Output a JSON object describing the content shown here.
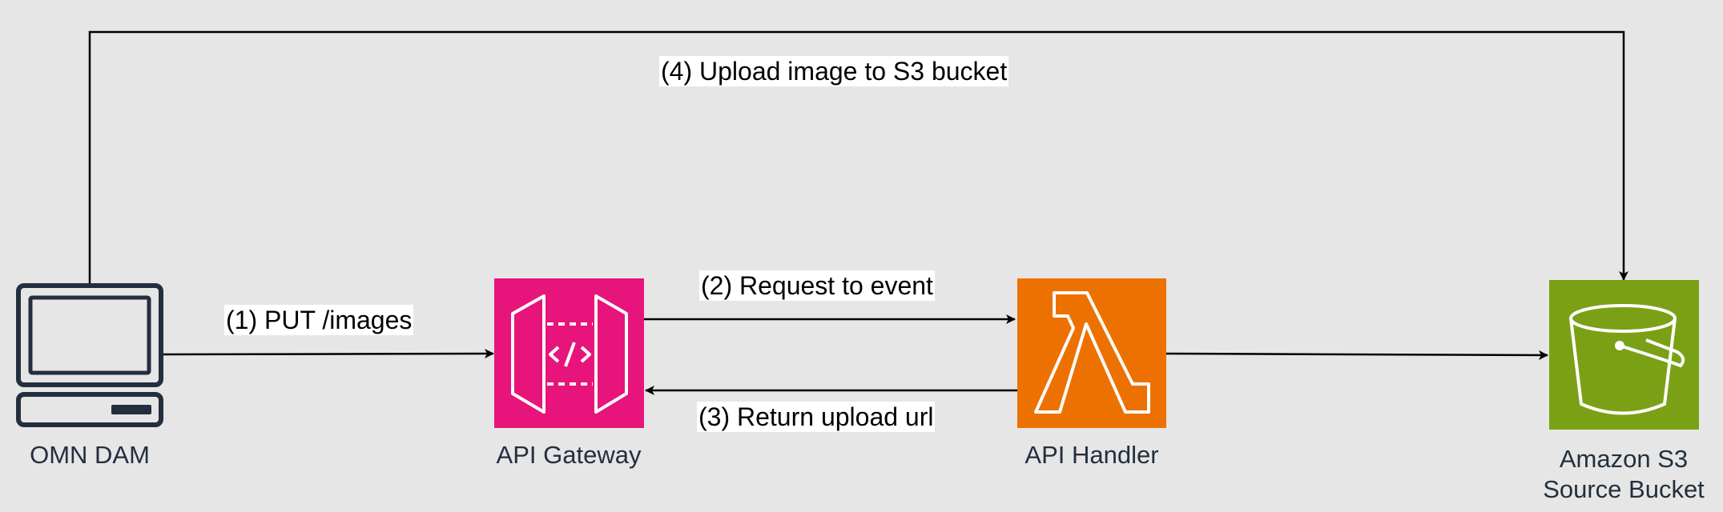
{
  "diagram": {
    "nodes": {
      "omn_dam": {
        "label": "OMN DAM",
        "icon": "desktop-computer-icon",
        "color": "#232f3e"
      },
      "api_gateway": {
        "label": "API Gateway",
        "icon": "api-gateway-icon",
        "color": "#e7157b"
      },
      "api_handler": {
        "label": "API Handler",
        "icon": "lambda-icon",
        "color": "#ed7100"
      },
      "s3_bucket": {
        "label_line1": "Amazon S3",
        "label_line2": "Source Bucket",
        "icon": "s3-bucket-icon",
        "color": "#7aa116"
      }
    },
    "edges": {
      "put_images": {
        "label": "(1) PUT /images"
      },
      "request_event": {
        "label": "(2) Request to event"
      },
      "return_url": {
        "label": "(3) Return upload url"
      },
      "upload_s3": {
        "label": "(4) Upload image to S3 bucket"
      }
    }
  }
}
